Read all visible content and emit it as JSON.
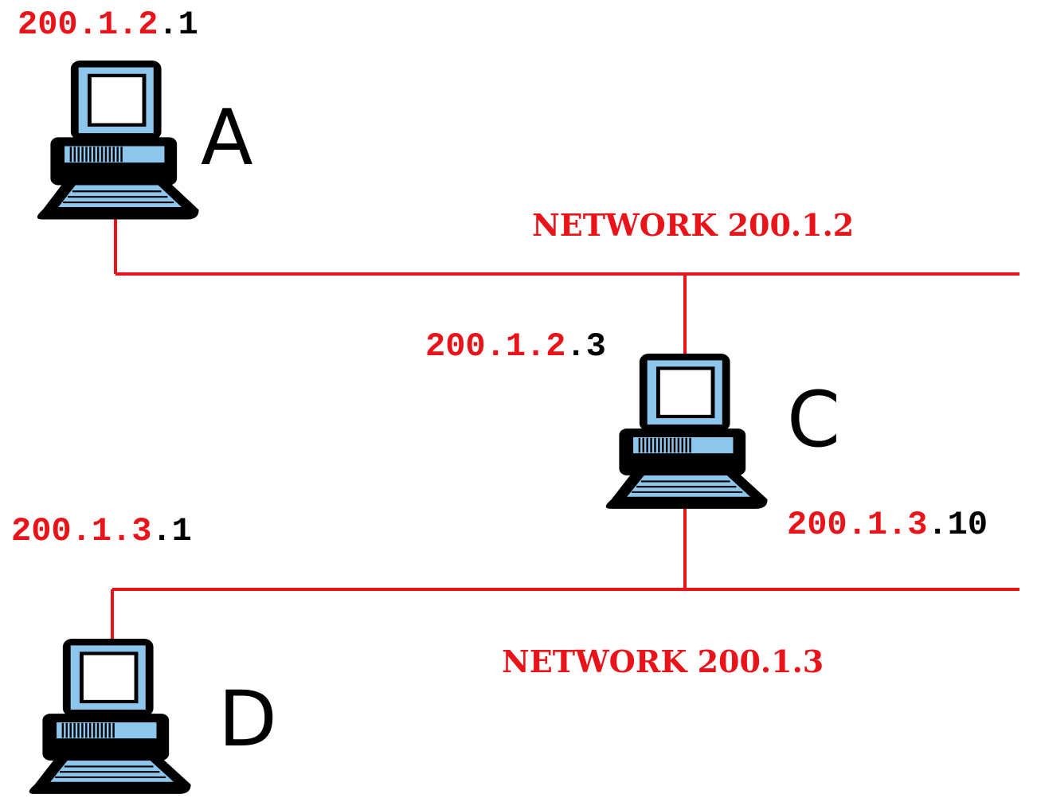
{
  "colors": {
    "network": "#e8141a",
    "screen": "#8dc6ec",
    "outline": "#000000"
  },
  "hosts": [
    {
      "letter": "A",
      "icon": "laptop-icon",
      "ip_net": "200.1.2",
      "ip_host": ".1"
    },
    {
      "letter": "C",
      "icon": "laptop-icon",
      "ip_net": "200.1.2",
      "ip_host": ".3",
      "ip2_net": "200.1.3",
      "ip2_host": ".10"
    },
    {
      "letter": "D",
      "icon": "laptop-icon",
      "ip_net": "200.1.3",
      "ip_host": ".1"
    }
  ],
  "networks": [
    {
      "label": "NETWORK 200.1.2"
    },
    {
      "label": "NETWORK 200.1.3"
    }
  ]
}
